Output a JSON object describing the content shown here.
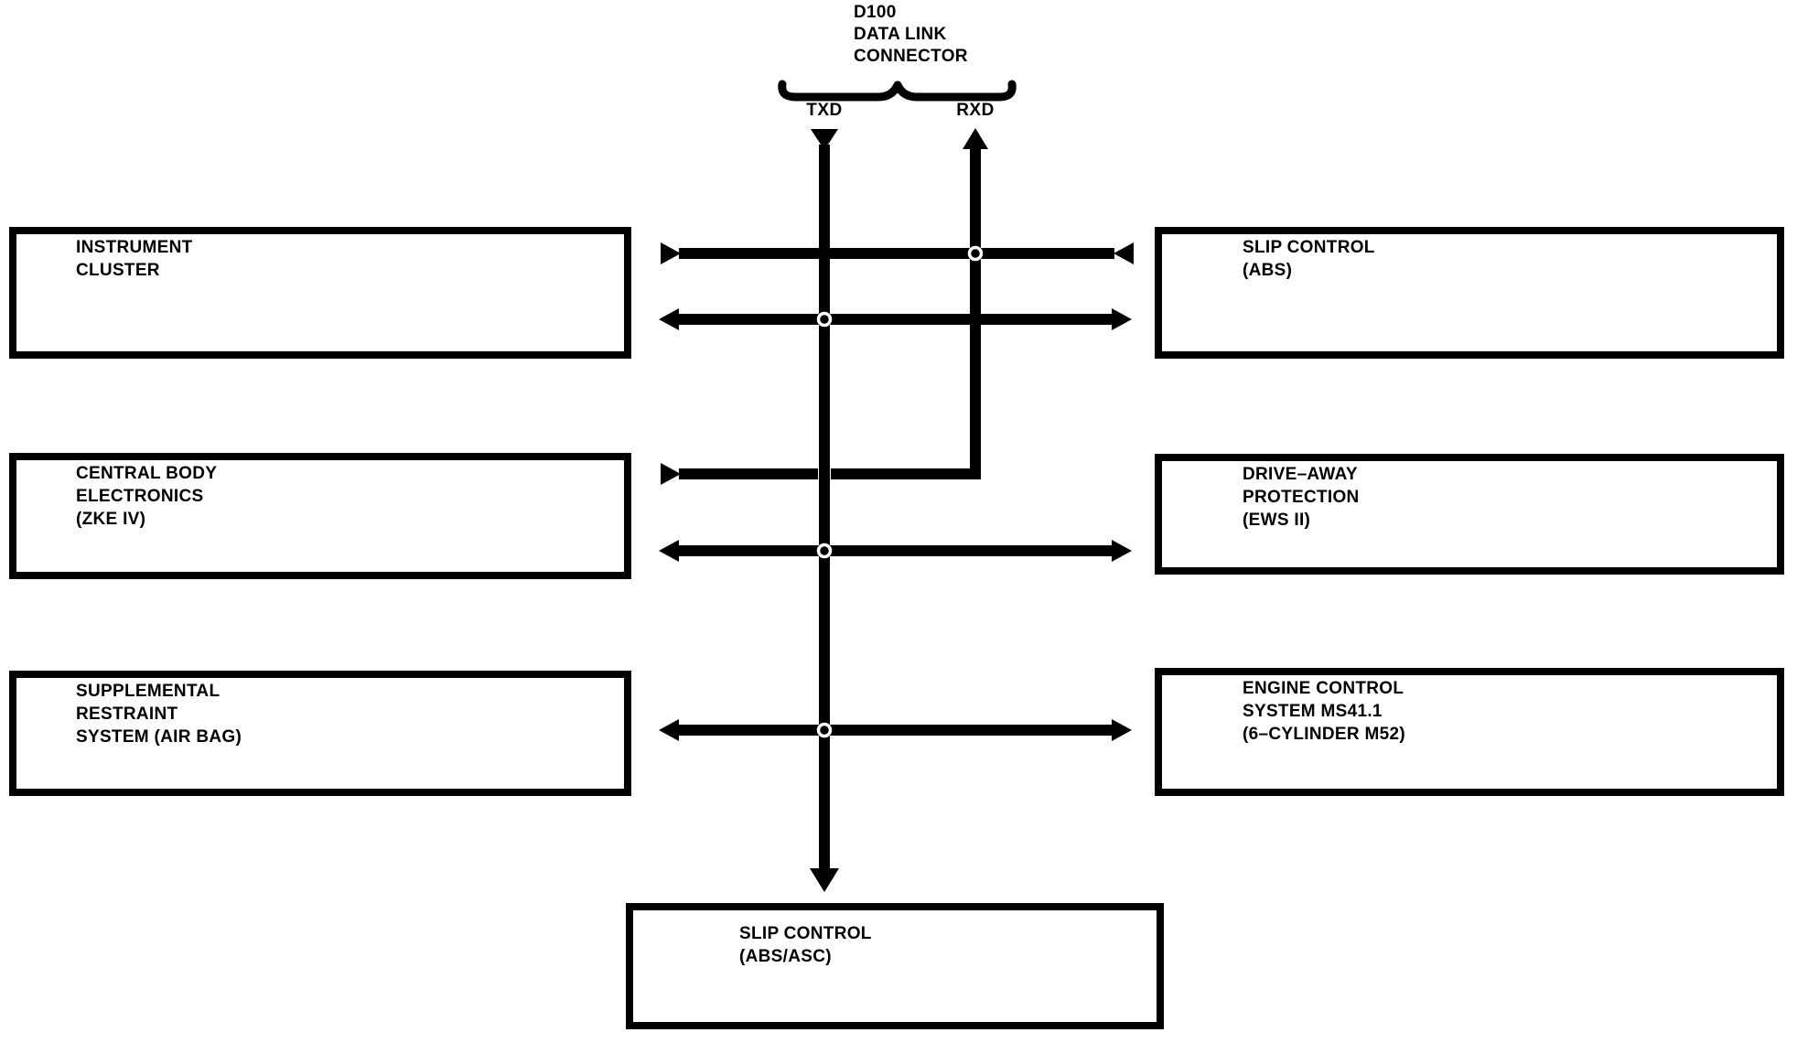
{
  "connector": {
    "designation": "D100",
    "label_lines": [
      "D100",
      "DATA LINK",
      "CONNECTOR"
    ],
    "signals": {
      "txd": "TXD",
      "rxd": "RXD"
    }
  },
  "modules": {
    "instrument_cluster": {
      "lines": [
        "INSTRUMENT",
        "CLUSTER"
      ]
    },
    "central_body_electronics": {
      "lines": [
        "CENTRAL BODY",
        "ELECTRONICS",
        "(ZKE IV)"
      ]
    },
    "supplemental_restraint": {
      "lines": [
        "SUPPLEMENTAL",
        "RESTRAINT",
        "SYSTEM (AIR BAG)"
      ]
    },
    "slip_control_abs": {
      "lines": [
        "SLIP CONTROL",
        "(ABS)"
      ]
    },
    "drive_away_protection": {
      "lines": [
        "DRIVE–AWAY",
        "PROTECTION",
        "(EWS II)"
      ]
    },
    "engine_control": {
      "lines": [
        "ENGINE CONTROL",
        "SYSTEM MS41.1",
        "(6–CYLINDER M52)"
      ]
    },
    "slip_control_abs_asc": {
      "lines": [
        "SLIP CONTROL",
        "(ABS/ASC)"
      ]
    }
  },
  "colors": {
    "ink": "#000000",
    "background": "#ffffff"
  }
}
